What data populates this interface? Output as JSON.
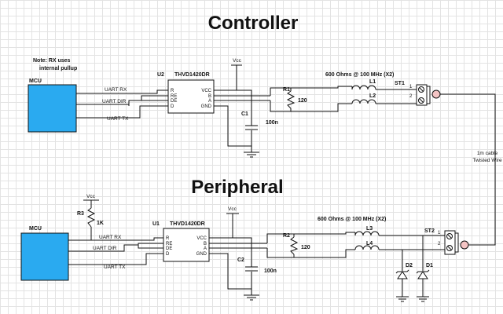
{
  "controller": {
    "title": "Controller",
    "note_line1": "Note: RX uses",
    "note_line2": "internal pullup",
    "mcu_label": "MCU",
    "signals": [
      "UART RX",
      "UART DIR",
      "UART TX"
    ],
    "ic_ref": "U2",
    "ic_part": "THVD1420DR",
    "ic_left_pins": [
      "R",
      "RE",
      "DE",
      "D"
    ],
    "ic_right_pins": [
      "VCC",
      "B",
      "A",
      "GND"
    ],
    "vcc": "Vcc",
    "cap_ref": "C1",
    "cap_value": "100n",
    "res_ref": "R1",
    "res_value": "120",
    "ferrite_note": "600 Ohms @ 100 MHz (X2)",
    "ind1": "L1",
    "ind2": "L2",
    "conn_ref": "ST1",
    "conn_pins": [
      "1",
      "2"
    ]
  },
  "cable": {
    "line1": "1m cable",
    "line2": "Twisted Wire"
  },
  "peripheral": {
    "title": "Peripheral",
    "mcu_label": "MCU",
    "signals": [
      "UART RX",
      "UART DIR",
      "UART TX"
    ],
    "pullup_vcc": "Vcc",
    "pullup_ref": "R3",
    "pullup_value": "1K",
    "ic_ref": "U1",
    "ic_part": "THVD1420DR",
    "ic_left_pins": [
      "R",
      "RE",
      "DE",
      "D"
    ],
    "ic_right_pins": [
      "VCC",
      "B",
      "A",
      "GND"
    ],
    "vcc": "Vcc",
    "cap_ref": "C2",
    "cap_value": "100n",
    "res_ref": "R2",
    "res_value": "120",
    "ferrite_note": "600 Ohms @ 100 MHz (X2)",
    "ind1": "L3",
    "ind2": "L4",
    "diode1": "D2",
    "diode2": "D1",
    "conn_ref": "ST2",
    "conn_pins": [
      "1",
      "2"
    ]
  },
  "colors": {
    "mcu_fill": "#2aaaf0",
    "wire": "#111111",
    "cable_terminal": "#f4c4c4"
  }
}
